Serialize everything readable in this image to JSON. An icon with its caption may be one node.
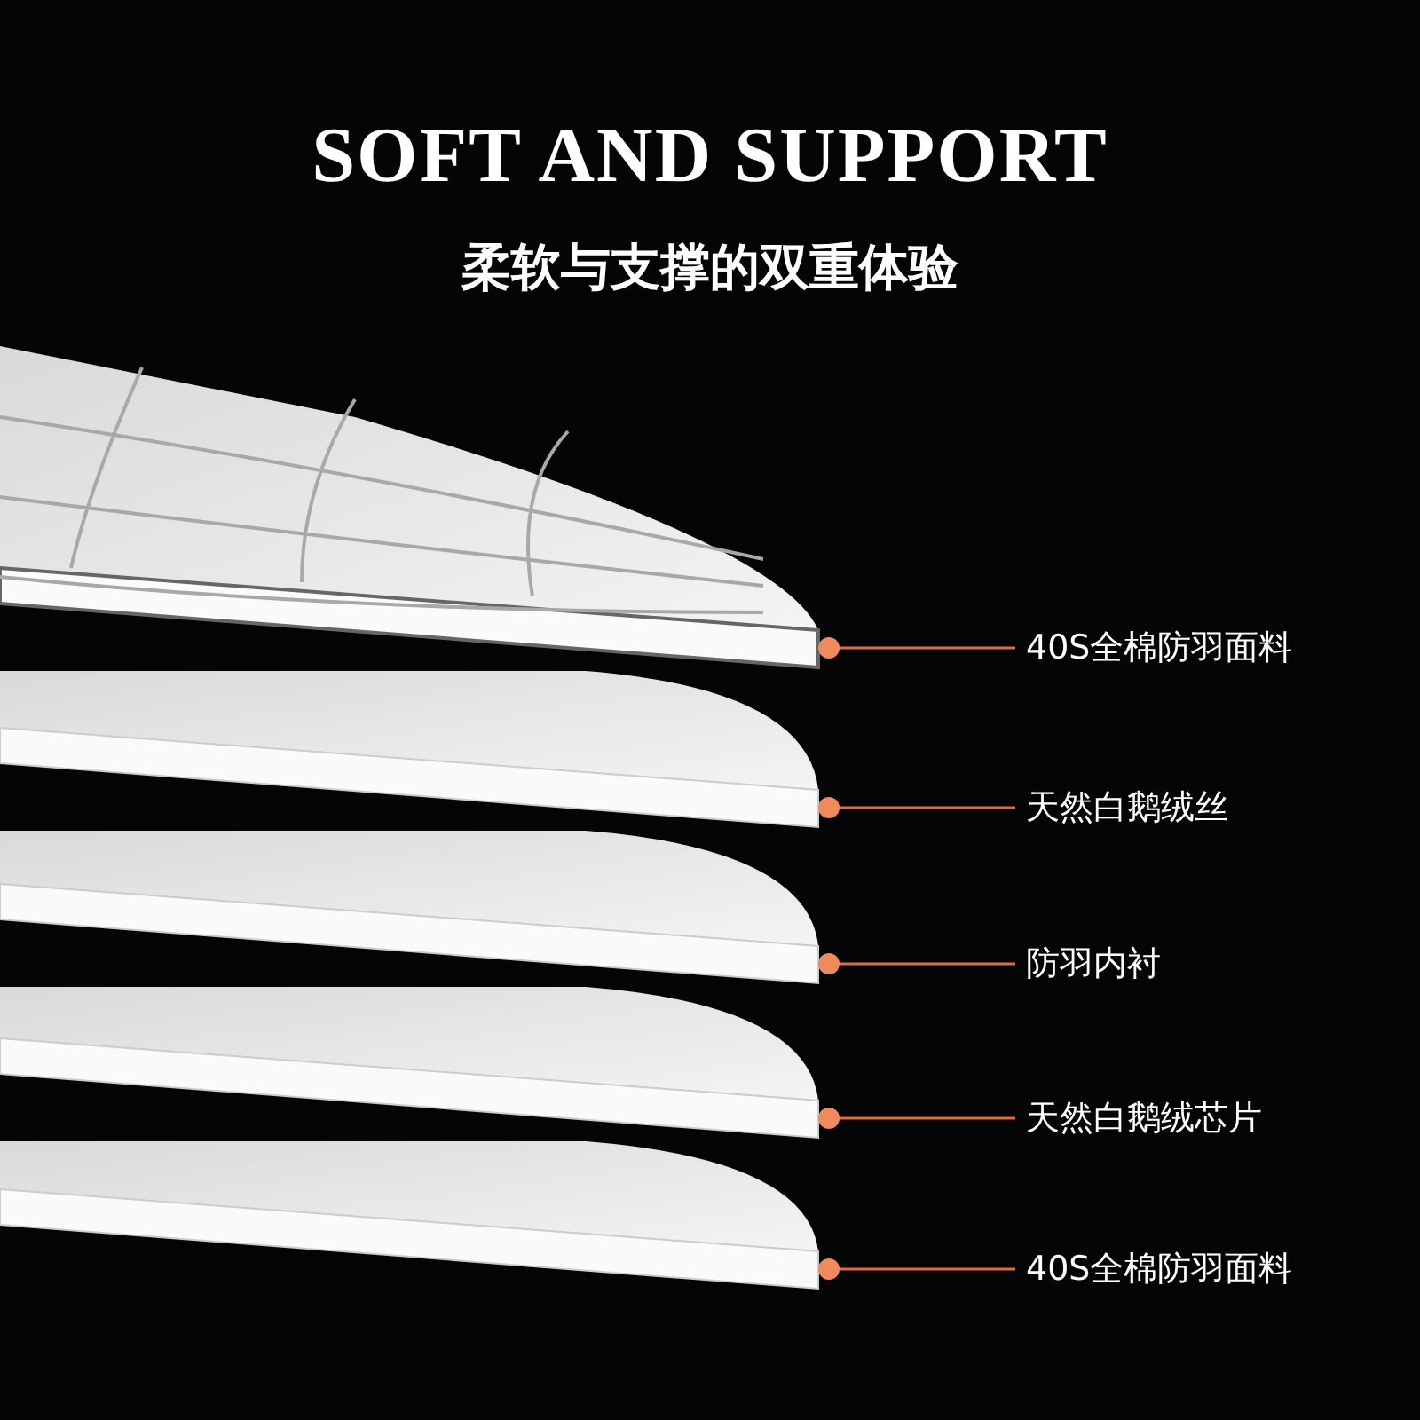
{
  "diagram": {
    "title": "SOFT AND SUPPORT",
    "caption": "柔软与支撑的双重体验",
    "nodes": [
      {
        "text": [
          "40S全棉防羽面料"
        ]
      },
      {
        "text": [
          "天然白鹅绒丝"
        ]
      },
      {
        "text": [
          "防羽内衬"
        ]
      },
      {
        "text": [
          "天然白鹅绒芯片"
        ]
      },
      {
        "text": [
          "40S全棉防羽面料"
        ]
      },
      {
        "text": [],
        "shape": "picture"
      },
      {
        "text": [],
        "shape": "picture"
      },
      {
        "text": [],
        "shape": "picture"
      },
      {
        "text": [],
        "shape": "picture"
      },
      {
        "text": [],
        "shape": "picture"
      }
    ],
    "edges": [
      {
        "from": 0,
        "to": 5,
        "arrow": "other"
      },
      {
        "from": 1,
        "to": 6,
        "arrow": "other"
      },
      {
        "from": 2,
        "to": 7,
        "arrow": "other"
      },
      {
        "from": 3,
        "to": 8,
        "arrow": "other"
      },
      {
        "from": 4,
        "to": 9,
        "arrow": "other"
      }
    ]
  }
}
